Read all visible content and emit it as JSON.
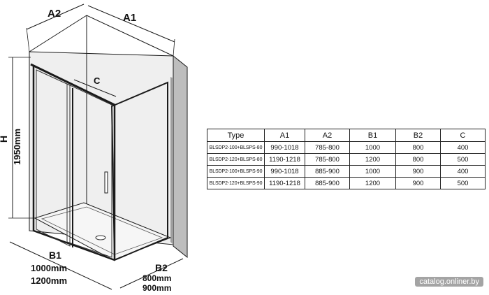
{
  "labels": {
    "a2": "A2",
    "a1": "A1",
    "c": "C",
    "h": "H",
    "h_value": "1950mm",
    "b1": "B1",
    "b1_value_1": "1000mm",
    "b1_value_2": "1200mm",
    "b2": "B2",
    "b2_value_1": "800mm",
    "b2_value_2": "900mm"
  },
  "table": {
    "headers": [
      "Type",
      "A1",
      "A2",
      "B1",
      "B2",
      "C"
    ],
    "rows": [
      [
        "BLSDP2-100+BLSPS-80",
        "990-1018",
        "785-800",
        "1000",
        "800",
        "400"
      ],
      [
        "BLSDP2-120+BLSPS-80",
        "1190-1218",
        "785-800",
        "1200",
        "800",
        "500"
      ],
      [
        "BLSDP2-100+BLSPS-90",
        "990-1018",
        "885-900",
        "1000",
        "900",
        "400"
      ],
      [
        "BLSDP2-120+BLSPS-90",
        "1190-1218",
        "885-900",
        "1200",
        "900",
        "500"
      ]
    ]
  },
  "watermark": "catalog.onliner.by",
  "colors": {
    "line": "#1a1a1a",
    "wall": "#bdbdbd",
    "watermark_bg": "#5a5a5a"
  }
}
